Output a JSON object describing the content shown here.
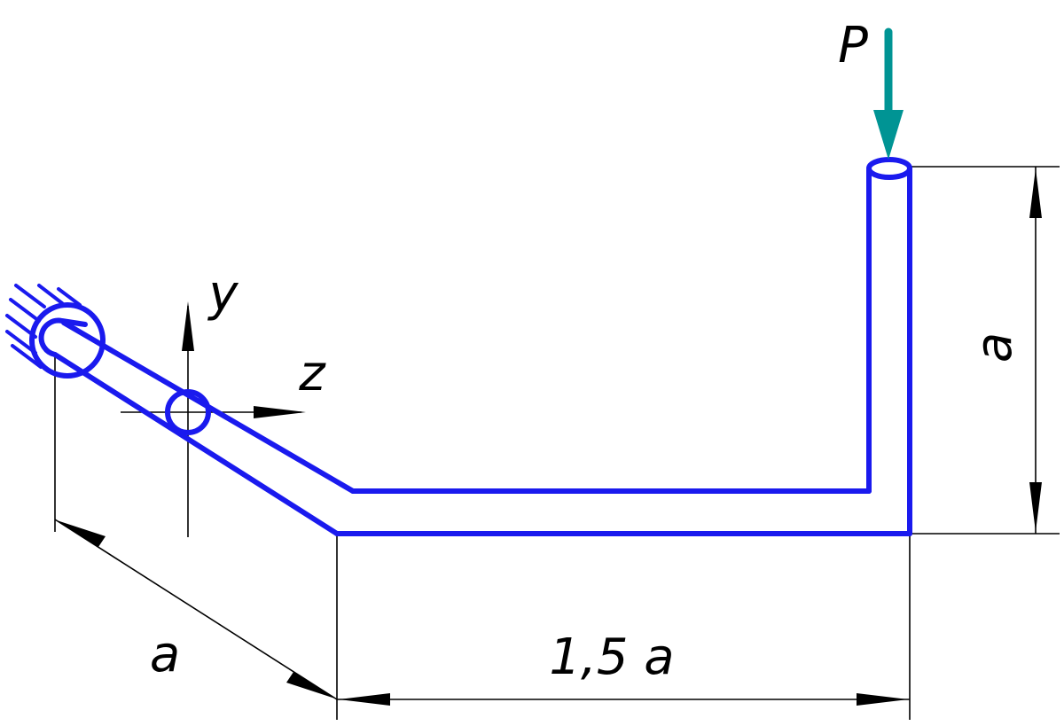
{
  "diagram": {
    "labels": {
      "force": "P",
      "axis_y": "y",
      "axis_z": "z",
      "dim_vertical": "a",
      "dim_diagonal": "a",
      "dim_horizontal": "1,5 a"
    },
    "colors": {
      "beam": "#1a1aee",
      "force_arrow": "#009494",
      "lines": "#000000",
      "background": "#ffffff"
    }
  }
}
